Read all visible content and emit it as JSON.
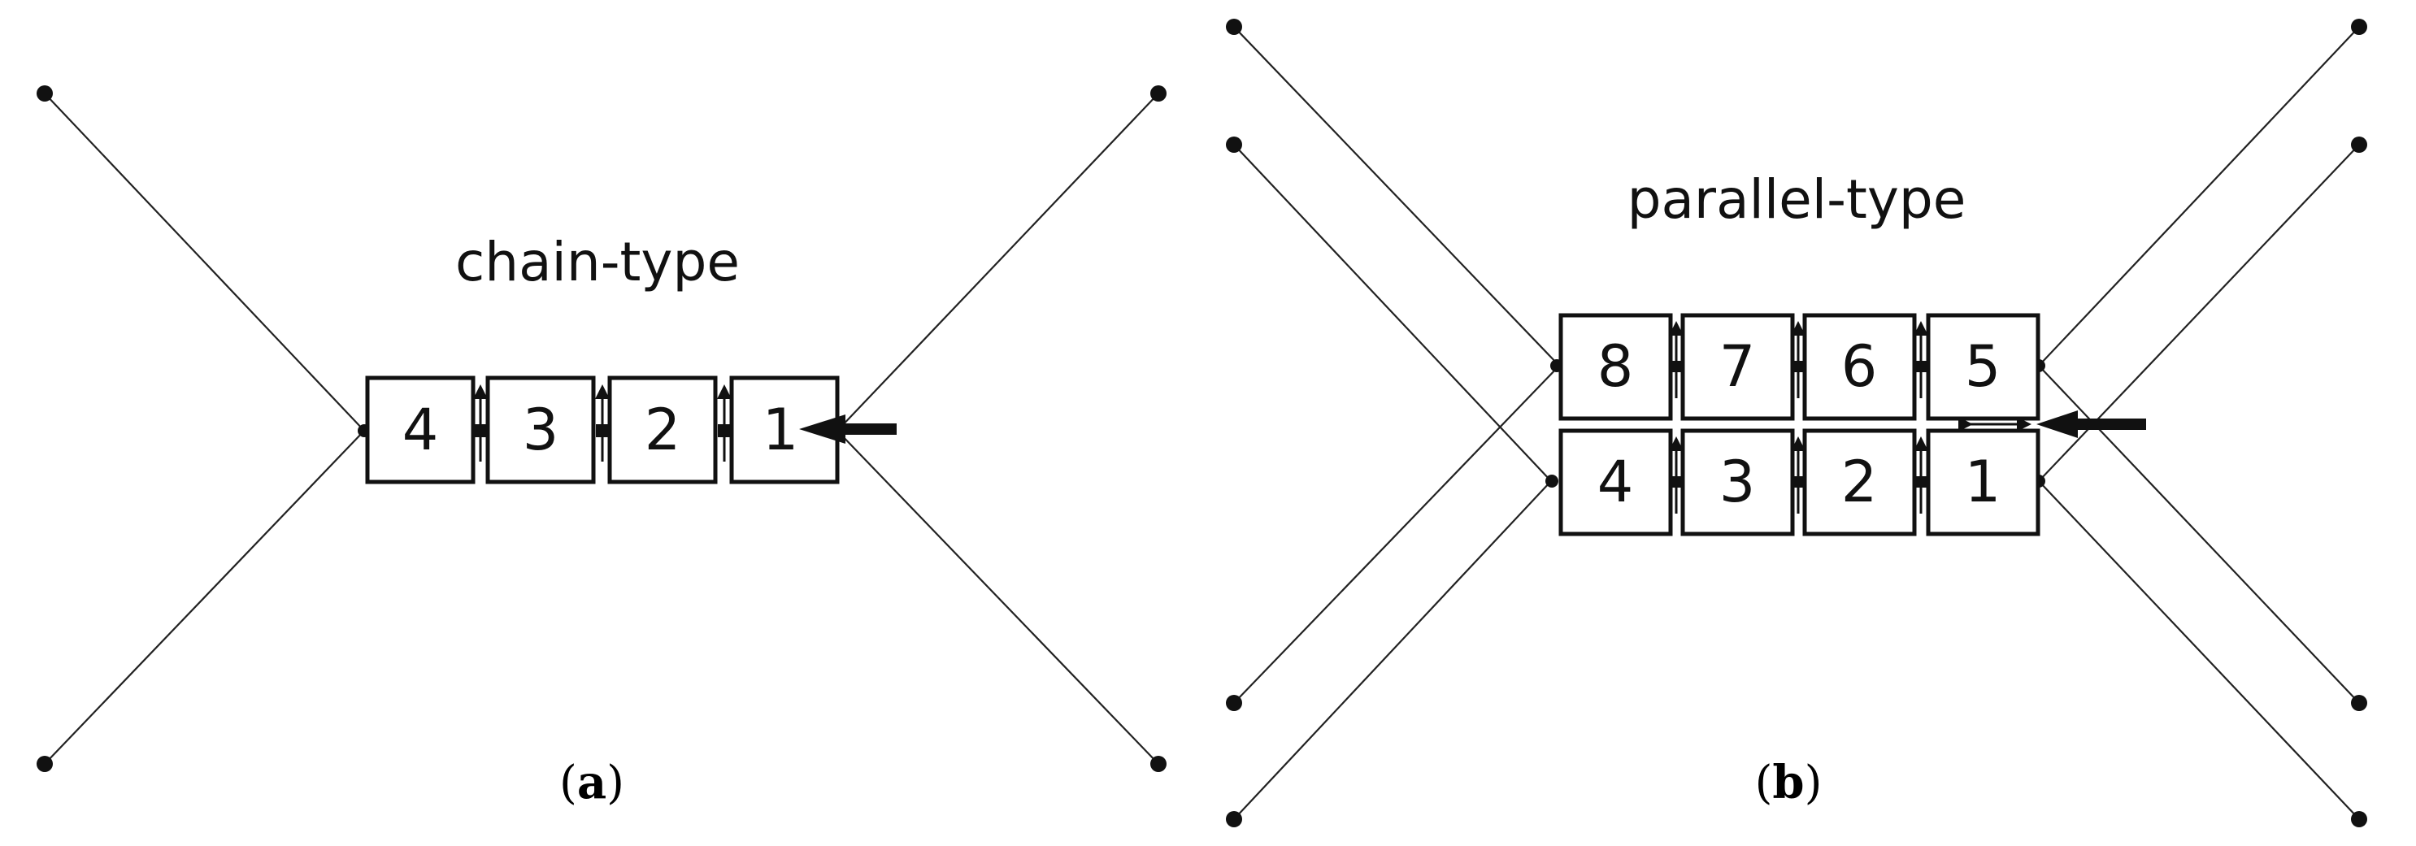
{
  "panel_a": {
    "title": "chain-type",
    "box_labels": [
      "4",
      "3",
      "2",
      "1"
    ],
    "caption_open": "(",
    "caption_letter": "a",
    "caption_close": ")"
  },
  "panel_b": {
    "title": "parallel-type",
    "top_row_labels": [
      "8",
      "7",
      "6",
      "5"
    ],
    "bottom_row_labels": [
      "4",
      "3",
      "2",
      "1"
    ],
    "caption_open": "(",
    "caption_letter": "b",
    "caption_close": ")"
  },
  "colors": {
    "stroke": "#111111",
    "background": "#ffffff"
  }
}
